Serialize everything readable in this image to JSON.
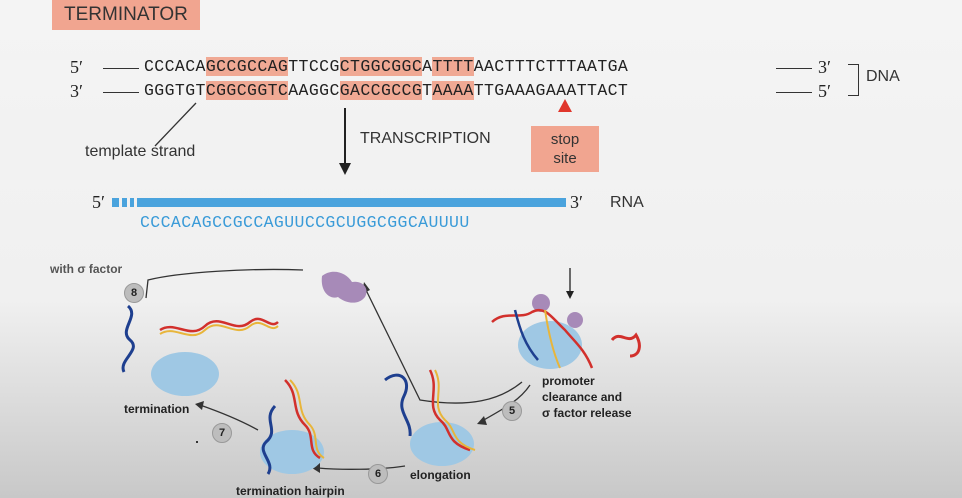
{
  "title": "TERMINATOR",
  "dna": {
    "top_5": "5′",
    "top_3": "3′",
    "bottom_3": "3′",
    "bottom_5": "5′",
    "top_segments": [
      "CCCACA",
      "GCCGCCAG",
      "TTCCG",
      "CTGGCGGC",
      "A",
      "TTTT",
      "AACTTTCTTTAATGA"
    ],
    "bottom_segments": [
      "GGGTGT",
      "CGGCGGTC",
      "AAGGC",
      "GACCGCCG",
      "T",
      "AAAA",
      "TTGAAAGAAATTACT"
    ],
    "label": "DNA"
  },
  "template_strand_label": "template strand",
  "transcription_label": "TRANSCRIPTION",
  "stop_site_label_1": "stop",
  "stop_site_label_2": "site",
  "rna": {
    "five_prime": "5′",
    "three_prime": "3′",
    "label": "RNA",
    "sequence": "CCCACAGCCGCCAGUUCCGCUGGCGGCAUUUU"
  },
  "cycle": {
    "top_left_cut": "with σ factor",
    "step8": "8",
    "step5": "5",
    "step6": "6",
    "step7": "7",
    "termination": "termination",
    "termination_hairpin": "termination hairpin",
    "elongation": "elongation",
    "promoter_1": "promoter",
    "promoter_2": "clearance and",
    "promoter_3": "σ factor release"
  }
}
